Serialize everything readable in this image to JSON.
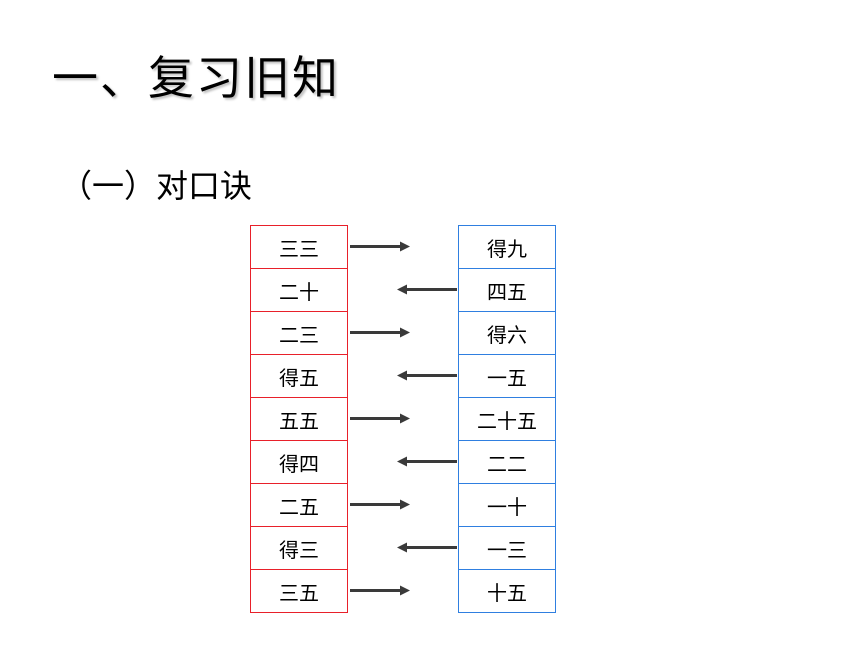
{
  "title": "一、复习旧知",
  "section": "（一）对口诀",
  "colors": {
    "left_border": "#e8202a",
    "right_border": "#2f7fe0",
    "arrow": "#3a3a3a"
  },
  "left_cells": [
    "三三",
    "二十",
    "二三",
    "得五",
    "五五",
    "得四",
    "二五",
    "得三",
    "三五"
  ],
  "right_cells": [
    "得九",
    "四五",
    "得六",
    "一五",
    "二十五",
    "二二",
    "一十",
    "一三",
    "十五"
  ],
  "arrow_directions": [
    "right",
    "left",
    "right",
    "left",
    "right",
    "left",
    "right",
    "left",
    "right"
  ]
}
